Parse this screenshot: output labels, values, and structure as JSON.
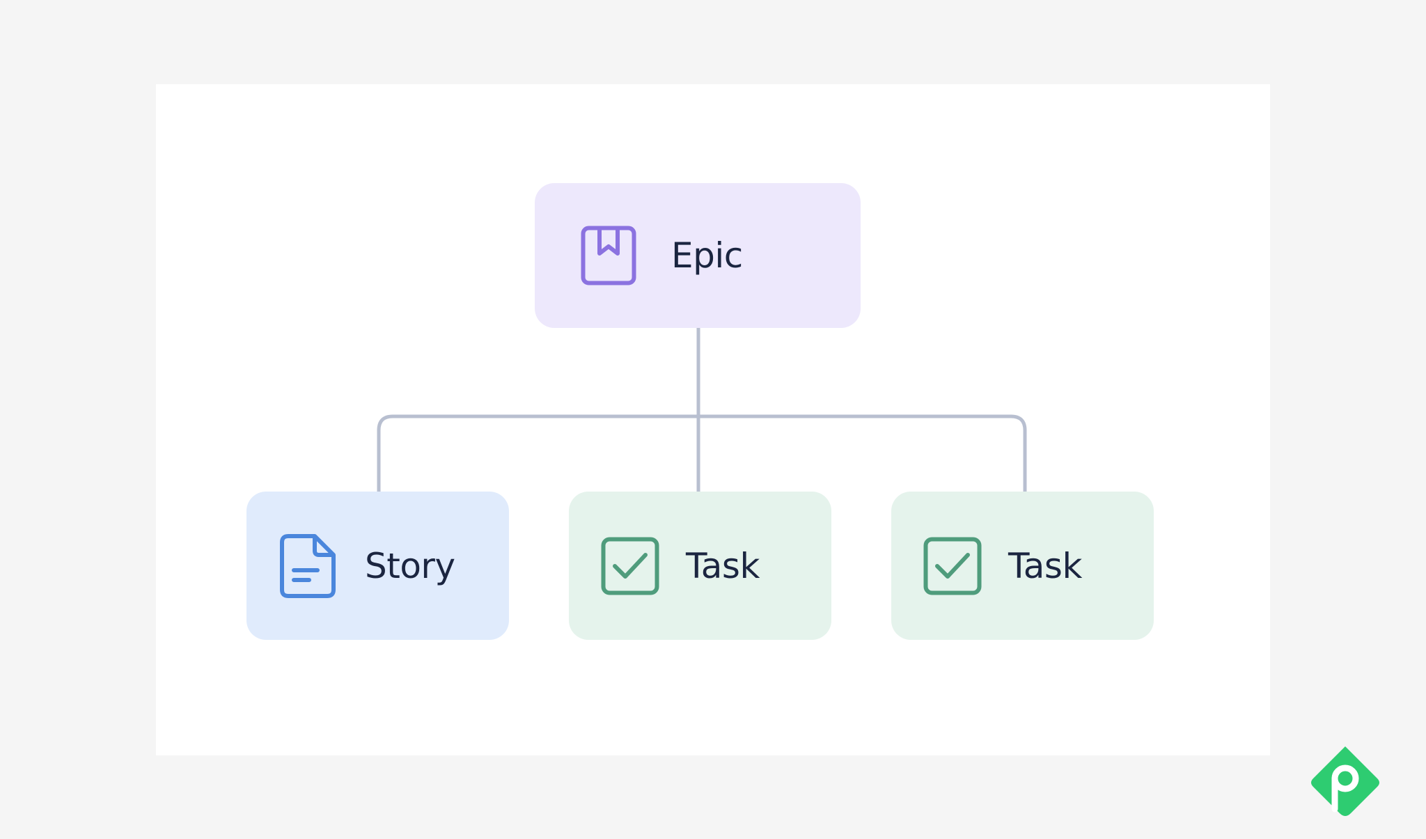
{
  "diagram": {
    "root": {
      "label": "Epic",
      "icon": "bookmark-square-icon",
      "fill": "#ede8fc",
      "accent": "#8b72e0"
    },
    "children": [
      {
        "label": "Story",
        "icon": "document-icon",
        "fill": "#e0ebfc",
        "accent": "#4a86dc"
      },
      {
        "label": "Task",
        "icon": "checkbox-checked-icon",
        "fill": "#e5f3ec",
        "accent": "#4f9c7c"
      },
      {
        "label": "Task",
        "icon": "checkbox-checked-icon",
        "fill": "#e5f3ec",
        "accent": "#4f9c7c"
      }
    ],
    "connector_color": "#b8bfd0",
    "text_color": "#1b2540"
  },
  "brand": {
    "logo": "brand-logo-icon",
    "color": "#2ecc71"
  }
}
